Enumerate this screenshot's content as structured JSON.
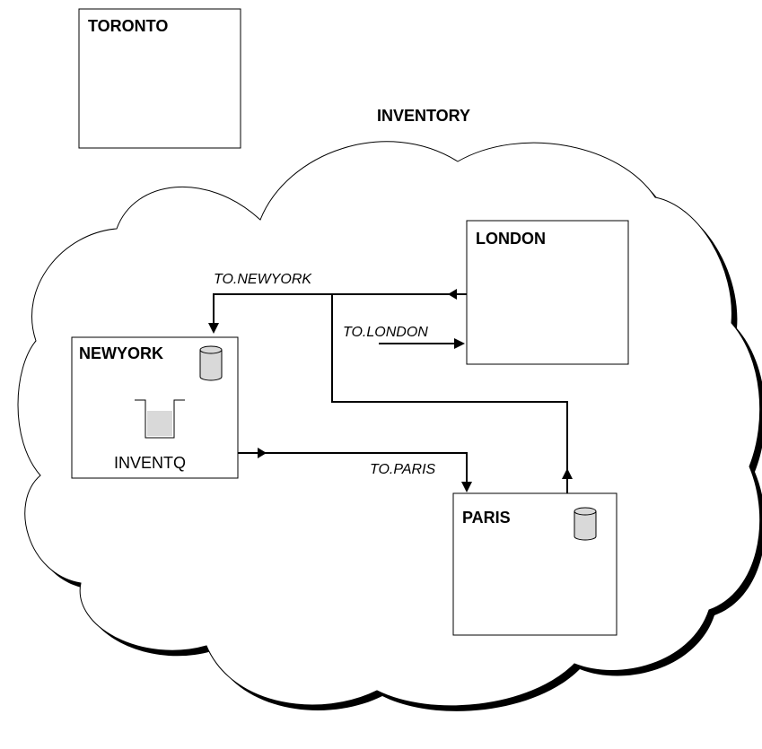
{
  "cluster": {
    "name": "INVENTORY"
  },
  "queue_managers": [
    {
      "id": "toronto",
      "label": "TORONTO",
      "has_repository": false
    },
    {
      "id": "london",
      "label": "LONDON",
      "has_repository": false
    },
    {
      "id": "newyork",
      "label": "NEWYORK",
      "has_repository": true
    },
    {
      "id": "paris",
      "label": "PARIS",
      "has_repository": true
    }
  ],
  "queue": {
    "label": "INVENTQ"
  },
  "channels": [
    {
      "id": "to-newyork",
      "label": "TO.NEWYORK"
    },
    {
      "id": "to-london",
      "label": "TO.LONDON"
    },
    {
      "id": "to-paris",
      "label": "TO.PARIS"
    }
  ],
  "colors": {
    "stroke": "#000000",
    "background": "#ffffff",
    "shadow": "#000000",
    "cylinder_fill": "#d9d9d9",
    "queue_fill": "#d9d9d9"
  }
}
